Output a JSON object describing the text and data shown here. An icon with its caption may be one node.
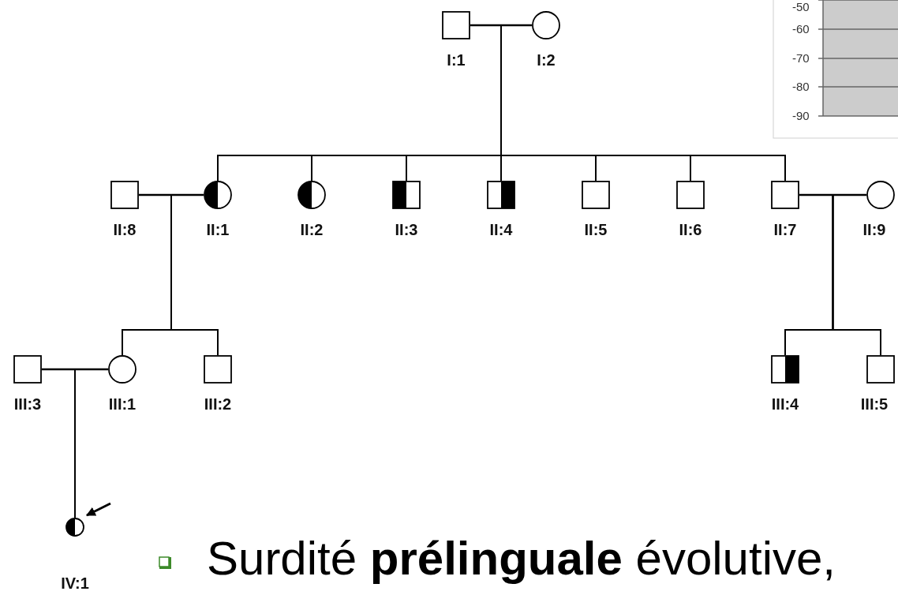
{
  "diagram": {
    "nodes": [
      {
        "text": [],
        "shape": "box",
        "beside": [
          "I:1"
        ]
      },
      {
        "text": [],
        "shape": "circle",
        "beside": [
          "I:2"
        ]
      },
      {
        "text": [],
        "shape": "box",
        "beside": [
          "II:8"
        ]
      },
      {
        "text": [],
        "shape": "circle",
        "beside": [
          "II:1"
        ]
      },
      {
        "text": [],
        "shape": "circle",
        "beside": [
          "II:2"
        ]
      },
      {
        "text": [],
        "shape": "box",
        "beside": [
          "II:3"
        ]
      },
      {
        "text": [],
        "shape": "box",
        "beside": [
          "II:4"
        ]
      },
      {
        "text": [],
        "shape": "box",
        "beside": [
          "II:5"
        ]
      },
      {
        "text": [],
        "shape": "box",
        "beside": [
          "II:6"
        ]
      },
      {
        "text": [],
        "shape": "box",
        "beside": [
          "II:7"
        ]
      },
      {
        "text": [],
        "shape": "circle",
        "beside": [
          "II:9"
        ]
      },
      {
        "text": [],
        "shape": "box",
        "beside": [
          "III:3"
        ]
      },
      {
        "text": [],
        "shape": "circle",
        "beside": [
          "III:1"
        ]
      },
      {
        "text": [],
        "shape": "box",
        "beside": [
          "III:2"
        ]
      },
      {
        "text": [],
        "shape": "box",
        "beside": [
          "III:4"
        ]
      },
      {
        "text": [],
        "shape": "box",
        "beside": [
          "III:5"
        ]
      },
      {
        "text": [],
        "shape": "circle",
        "beside": [
          "IV:1"
        ]
      }
    ],
    "edges": [
      {
        "from": 0,
        "to": 1,
        "arrow": "none"
      },
      {
        "from": 0,
        "to": 3,
        "arrow": "none"
      },
      {
        "from": 1,
        "to": 3,
        "arrow": "none"
      },
      {
        "from": 0,
        "to": 4,
        "arrow": "none"
      },
      {
        "from": 1,
        "to": 4,
        "arrow": "none"
      },
      {
        "from": 0,
        "to": 5,
        "arrow": "none"
      },
      {
        "from": 1,
        "to": 5,
        "arrow": "none"
      },
      {
        "from": 0,
        "to": 6,
        "arrow": "none"
      },
      {
        "from": 1,
        "to": 6,
        "arrow": "none"
      },
      {
        "from": 0,
        "to": 7,
        "arrow": "none"
      },
      {
        "from": 1,
        "to": 7,
        "arrow": "none"
      },
      {
        "from": 0,
        "to": 8,
        "arrow": "none"
      },
      {
        "from": 1,
        "to": 8,
        "arrow": "none"
      },
      {
        "from": 0,
        "to": 9,
        "arrow": "none"
      },
      {
        "from": 1,
        "to": 9,
        "arrow": "none"
      },
      {
        "from": 2,
        "to": 3,
        "arrow": "none"
      },
      {
        "from": 2,
        "to": 12,
        "arrow": "none"
      },
      {
        "from": 3,
        "to": 12,
        "arrow": "none"
      },
      {
        "from": 2,
        "to": 13,
        "arrow": "none"
      },
      {
        "from": 3,
        "to": 13,
        "arrow": "none"
      },
      {
        "from": 9,
        "to": 10,
        "arrow": "none"
      },
      {
        "from": 9,
        "to": 14,
        "arrow": "none"
      },
      {
        "from": 10,
        "to": 14,
        "arrow": "none"
      },
      {
        "from": 9,
        "to": 15,
        "arrow": "none"
      },
      {
        "from": 10,
        "to": 15,
        "arrow": "none"
      },
      {
        "from": 11,
        "to": 12,
        "arrow": "none"
      },
      {
        "from": 11,
        "to": 16,
        "arrow": "none"
      },
      {
        "from": 12,
        "to": 16,
        "arrow": "none"
      },
      {
        "from": null,
        "to": 16,
        "arrow": "to"
      }
    ],
    "labels": [
      "-50",
      "-60",
      "-70",
      "-80",
      "-90",
      "Surdité **prélinguale** évolutive,"
    ]
  }
}
